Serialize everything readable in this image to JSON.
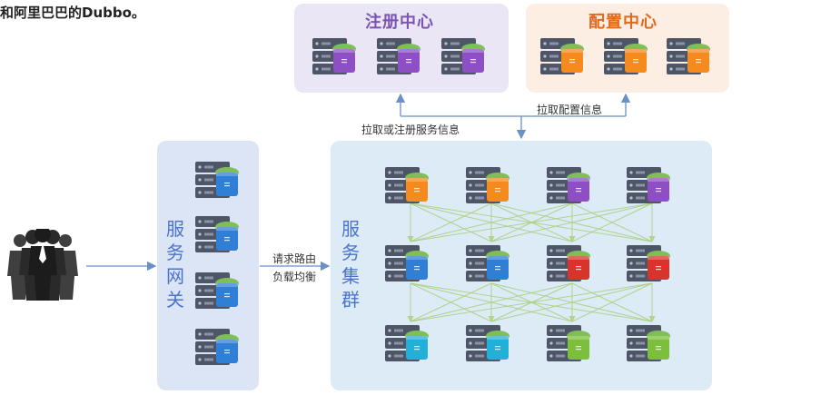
{
  "top_text": "和阿里巴巴的Dubbo。",
  "registry": {
    "title": "注册中心",
    "servers": [
      {
        "color": "#8e4fc4"
      },
      {
        "color": "#8e4fc4"
      },
      {
        "color": "#8e4fc4"
      }
    ]
  },
  "config": {
    "title": "配置中心",
    "servers": [
      {
        "color": "#f58a1f"
      },
      {
        "color": "#f58a1f"
      },
      {
        "color": "#f58a1f"
      }
    ]
  },
  "labels": {
    "pull_config": "拉取配置信息",
    "pull_or_register": "拉取或注册服务信息",
    "route_line1": "请求路由",
    "route_line2": "负载均衡"
  },
  "gateway": {
    "title_chars": [
      "服",
      "务",
      "网",
      "关"
    ],
    "servers": [
      {
        "color": "#2f7fd6"
      },
      {
        "color": "#2f7fd6"
      },
      {
        "color": "#2f7fd6"
      },
      {
        "color": "#2f7fd6"
      }
    ]
  },
  "cluster": {
    "title_chars": [
      "服",
      "务",
      "集",
      "群"
    ],
    "rows": [
      [
        {
          "color": "#f58a1f"
        },
        {
          "color": "#f58a1f"
        },
        {
          "color": "#8e4fc4"
        },
        {
          "color": "#8e4fc4"
        }
      ],
      [
        {
          "color": "#2f7fd6"
        },
        {
          "color": "#2f7fd6"
        },
        {
          "color": "#d9342b"
        },
        {
          "color": "#d9342b"
        }
      ],
      [
        {
          "color": "#22b0d8"
        },
        {
          "color": "#22b0d8"
        },
        {
          "color": "#7cbf3a"
        },
        {
          "color": "#7cbf3a"
        }
      ]
    ]
  },
  "colors": {
    "registry_bg": "#ebe6f5",
    "config_bg": "#fdeee3",
    "gateway_bg": "#dbe5f6",
    "cluster_bg": "#dcebf6",
    "accent_text": "#4a73c9",
    "mesh_line": "#a9cf7c",
    "arrow": "#6b8fc9"
  }
}
